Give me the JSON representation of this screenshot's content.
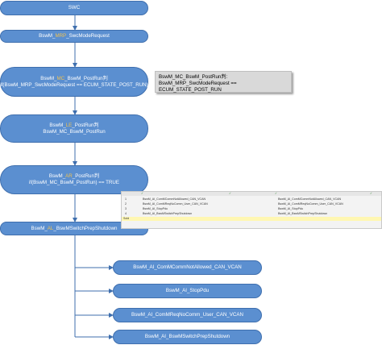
{
  "nodes": {
    "swc": "SWC",
    "mrp": {
      "prefix": "BswM_",
      "highlight": "MRP",
      "suffix": "_SwcModeRequest"
    },
    "mc_postrun": {
      "l1_prefix": "BswM_",
      "l1_hl": "MC",
      "l1_suffix": "_BswM_PostRun判",
      "l2": "if(BswM_MRP_SwcModeRequest == ECUM_STATE_POST_RUN)"
    },
    "le_postrun": {
      "l1_prefix": "BswM_",
      "l1_hl": "LE",
      "l1_suffix": "_PostRun判",
      "l2": "BswM_MC_BswM_PostRun"
    },
    "ar_postrun": {
      "l1_prefix": "BswM_",
      "l1_hl": "AR",
      "l1_suffix": "_PostRun判",
      "l2": "if(BswM_MC_BswM_PostRun) == TRUE"
    },
    "al_switch": {
      "prefix": "BswM_",
      "hl": "AL",
      "suffix": "_BswMSwitchPrepShutdown"
    },
    "actions": [
      "BswM_AI_ComMCommNotAllowed_CAN_VCAN",
      "BswM_AI_StopPdu",
      "BswM_AI_ComMReqNoComm_User_CAN_VCAN",
      "BswM_AI_BswMSwitchPrepShutdown"
    ]
  },
  "note": {
    "line1": "BswM_MC_BswM_PostRun判:",
    "line2": "BswM_MRP_SwcModeRequest == ECUM_STATE_POST_RUN"
  },
  "table": {
    "rows": [
      {
        "num": "1",
        "action": "BswM_AI_ComMCommNotAllowed_CAN_VCAN",
        "ref": "BswM_AI_ComMCommNotAllowed_CAN_VCAN"
      },
      {
        "num": "2",
        "action": "BswM_AI_ComMReqNoComm_User_CAN_VCAN",
        "ref": "BswM_AI_ComMReqNoComm_User_CAN_VCAN"
      },
      {
        "num": "3",
        "action": "BswM_AI_StopPdu",
        "ref": "BswM_AI_StopPdu"
      },
      {
        "num": "4",
        "action": "BswM_AI_BswMSwitchPrepShutdown",
        "ref": "BswM_AI_BswMSwitchPrepShutdown"
      }
    ],
    "footer_label": "Sold"
  },
  "colors": {
    "node_fill": "#5b8fd0",
    "highlight_text": "#f2c14e",
    "edge": "#3f6fae"
  }
}
